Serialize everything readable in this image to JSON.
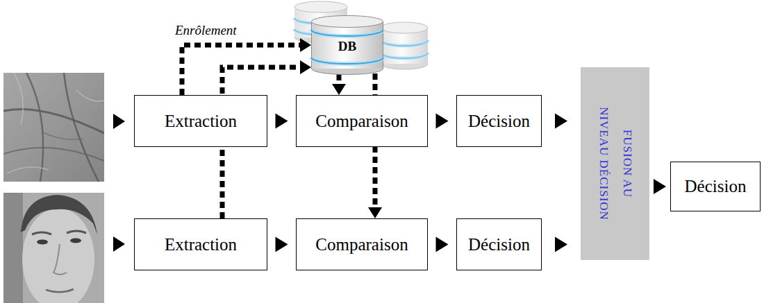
{
  "diagram": {
    "nodes": [
      {
        "text": [
          "DB"
        ]
      },
      {
        "text": [
          "Extraction"
        ]
      },
      {
        "text": [
          "Comparaison"
        ]
      },
      {
        "text": [
          "Décision"
        ]
      },
      {
        "text": [
          "FUSION AU NIVEAU DÉCISION"
        ]
      },
      {
        "text": [
          "Décision"
        ]
      },
      {
        "text": [
          "Extraction"
        ]
      },
      {
        "text": [
          "Comparaison"
        ]
      },
      {
        "text": [
          "Décision"
        ]
      }
    ],
    "edges": [
      {
        "from": 1,
        "to": 0,
        "arrow": "to",
        "label": "Enrôlement"
      },
      {
        "from": 6,
        "to": 0,
        "arrow": "to"
      },
      {
        "from": 0,
        "to": 2,
        "arrow": "to"
      },
      {
        "from": 0,
        "to": 7,
        "arrow": "to"
      },
      {
        "from": 1,
        "to": 2,
        "arrow": "to"
      },
      {
        "from": 2,
        "to": 3,
        "arrow": "to"
      },
      {
        "from": 3,
        "to": 4,
        "arrow": "to"
      },
      {
        "from": 4,
        "to": 5,
        "arrow": "to"
      },
      {
        "from": 6,
        "to": 7,
        "arrow": "to"
      },
      {
        "from": 7,
        "to": 8,
        "arrow": "to"
      },
      {
        "from": 8,
        "to": 4,
        "arrow": "to"
      }
    ]
  }
}
